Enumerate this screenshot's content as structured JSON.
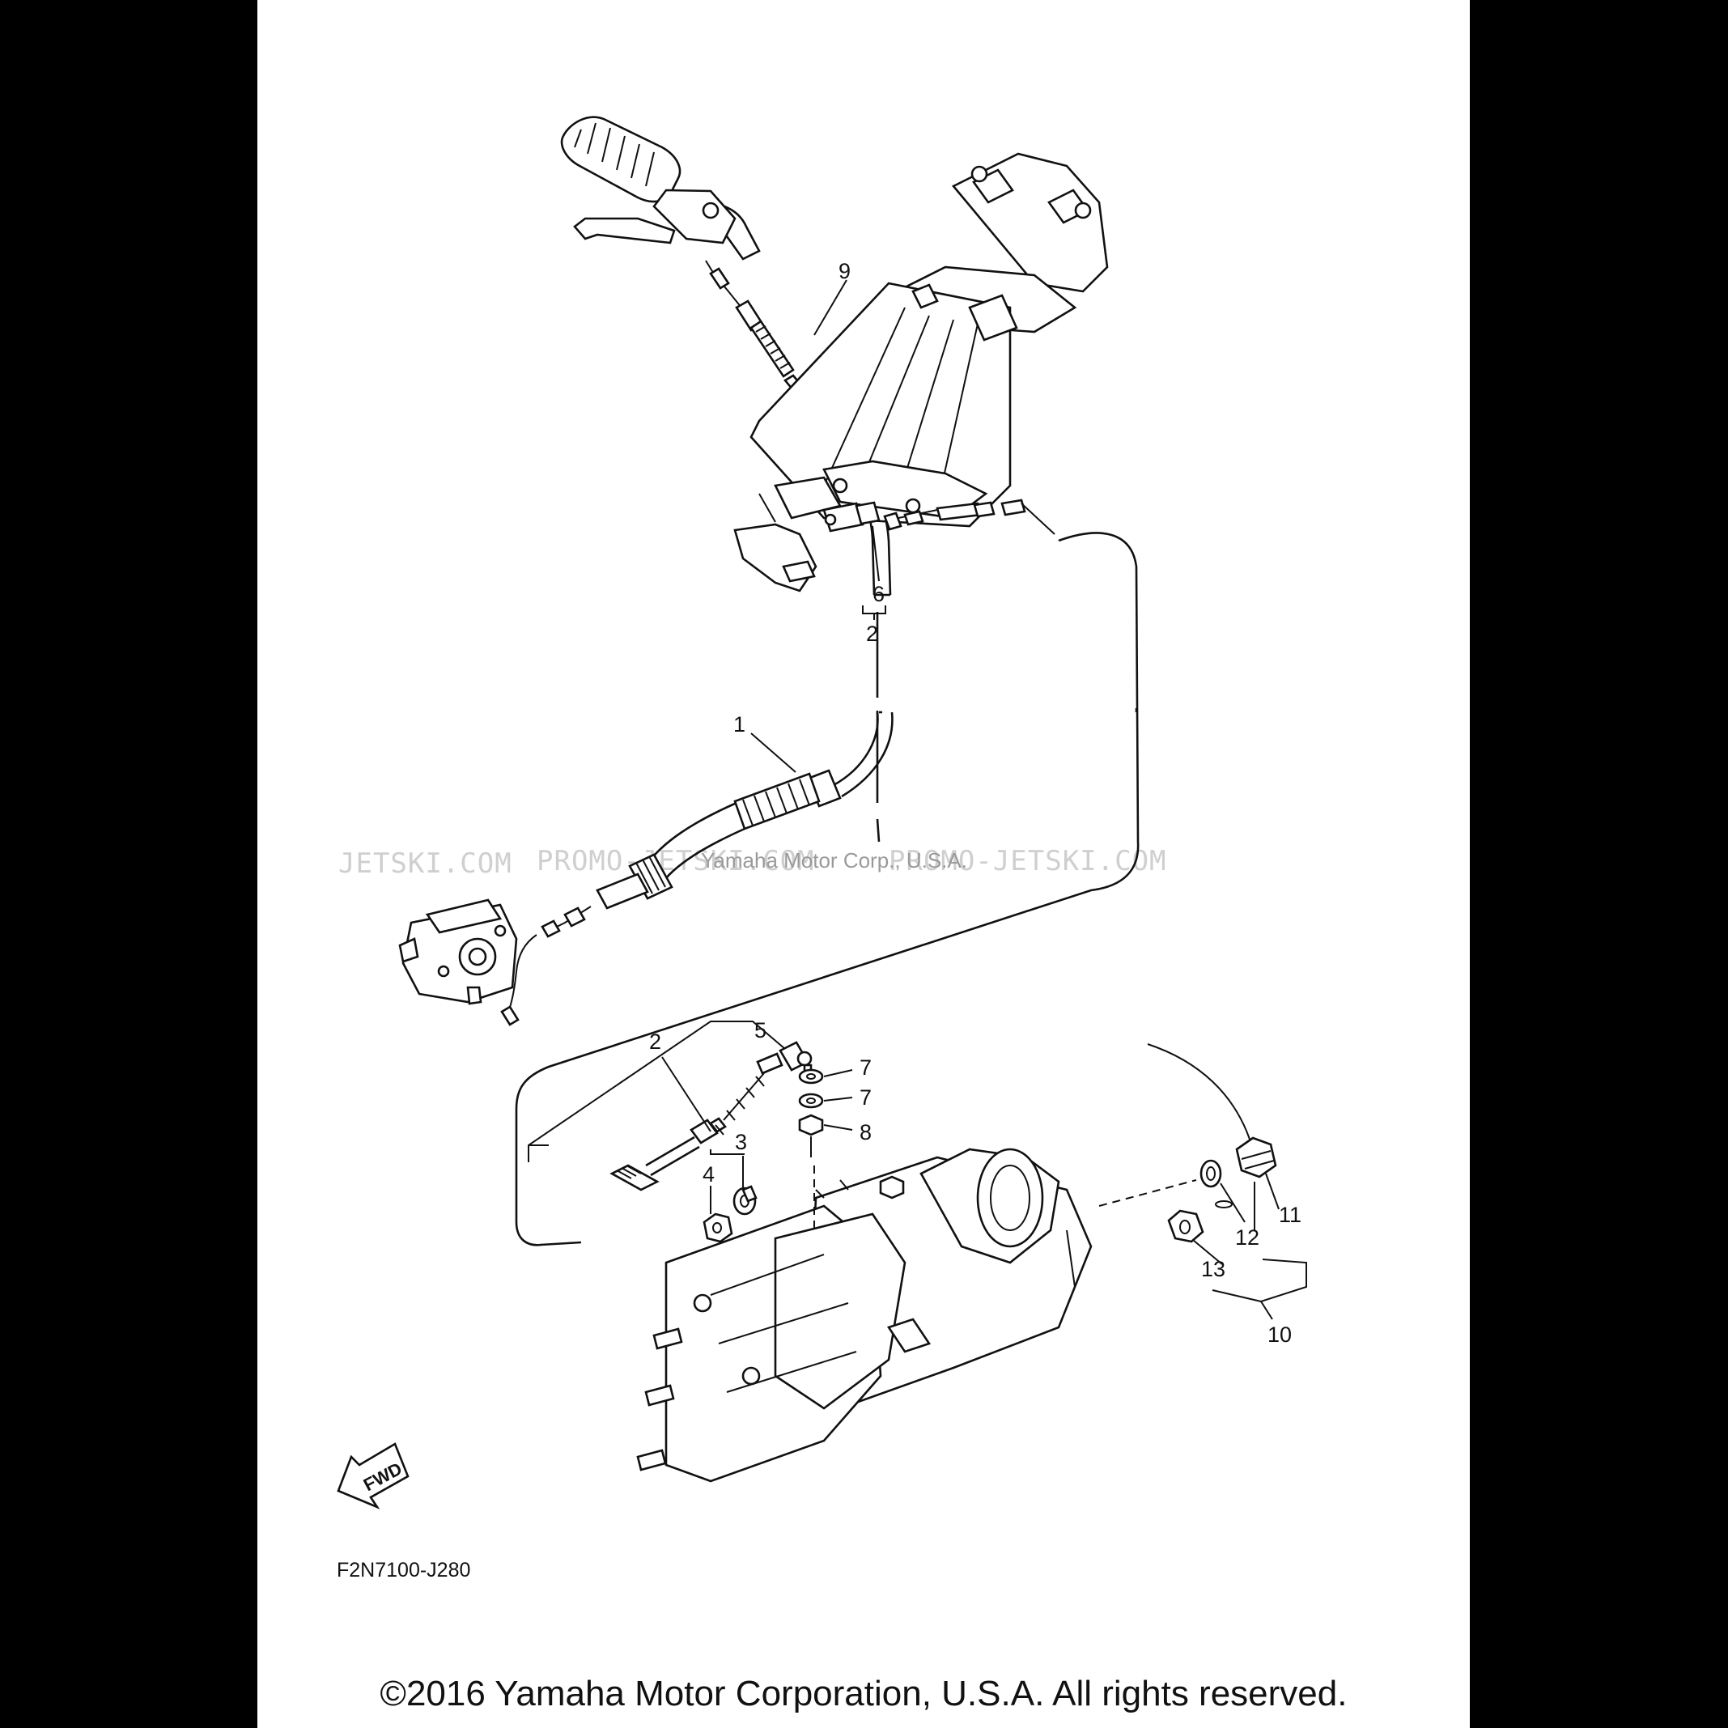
{
  "diagram": {
    "code": "F2N7100-J280",
    "fwd_label": "FWD",
    "callouts": [
      {
        "id": "c9",
        "text": "9"
      },
      {
        "id": "c6",
        "text": "6"
      },
      {
        "id": "c2a",
        "text": "2"
      },
      {
        "id": "c1",
        "text": "1"
      },
      {
        "id": "c5",
        "text": "5"
      },
      {
        "id": "c2b",
        "text": "2"
      },
      {
        "id": "c7a",
        "text": "7"
      },
      {
        "id": "c7b",
        "text": "7"
      },
      {
        "id": "c8",
        "text": "8"
      },
      {
        "id": "c3",
        "text": "3"
      },
      {
        "id": "c4",
        "text": "4"
      },
      {
        "id": "c11",
        "text": "11"
      },
      {
        "id": "c12",
        "text": "12"
      },
      {
        "id": "c13",
        "text": "13"
      },
      {
        "id": "c10",
        "text": "10"
      }
    ]
  },
  "watermarks": {
    "left": "JETSKI.COM",
    "middle": "PROMO-JETSKI.COM",
    "right": "PROMO-JETSKI.COM",
    "overlay": "Yamaha Motor Corp., U.S.A."
  },
  "footer": {
    "copyright": "©2016 Yamaha Motor Corporation, U.S.A. All rights reserved."
  }
}
